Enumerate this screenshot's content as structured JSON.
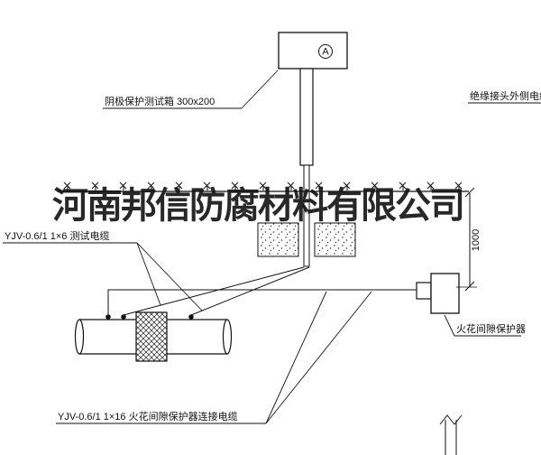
{
  "page": {
    "background": "#ffffff",
    "line_color": "#1c1c1c"
  },
  "watermark": {
    "text": "河南邦信防腐材料有限公司"
  },
  "labels": {
    "test_box": "阴极保护测试箱 300x200",
    "outer_cable": "绝缘接头外侧电缆",
    "test_cable": "YJV-0.6/1 1×6  测试电缆",
    "spark_gap_protector": "火花间隙保护器",
    "spark_gap_cable": "YJV-0.6/1 1×16  火花间隙保护器连接电缆",
    "dimension_1000": "1000",
    "meter_letter": "A"
  }
}
